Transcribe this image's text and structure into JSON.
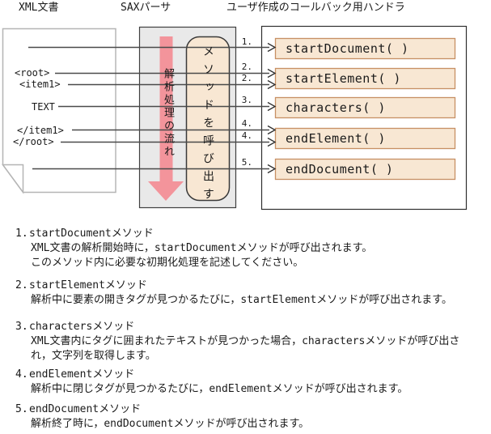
{
  "diagram": {
    "xml_doc_label": "XML文書",
    "sax_parser_label": "SAXパーサ",
    "handler_label": "ユーザ作成のコールバック用ハンドラ",
    "xml_lines": [
      "<root>",
      "<item1>",
      "TEXT",
      "</item1>",
      "</root>"
    ],
    "flow_label": "解析処理の流れ",
    "method_call_label": "メソッドを呼び出す",
    "callbacks": [
      "startDocument( )",
      "startElement( )",
      "characters( )",
      "endElement( )",
      "endDocument( )"
    ],
    "arrow_numbers": [
      "1.",
      "2.",
      "2.",
      "3.",
      "4.",
      "4.",
      "5."
    ]
  },
  "notes": [
    {
      "num": "1.",
      "title": "startDocumentメソッド",
      "lines": [
        "XML文書の解析開始時に，startDocumentメソッドが呼び出されます。",
        "このメソッド内に必要な初期化処理を記述してください。"
      ]
    },
    {
      "num": "2.",
      "title": "startElementメソッド",
      "lines": [
        "解析中に要素の開きタグが見つかるたびに，startElementメソッドが呼び出されます。"
      ]
    },
    {
      "num": "3.",
      "title": "charactersメソッド",
      "lines": [
        "XML文書内にタグに囲まれたテキストが見つかった場合，charactersメソッドが呼び出さ",
        "れ，文字列を取得します。"
      ]
    },
    {
      "num": "4.",
      "title": "endElementメソッド",
      "lines": [
        "解析中に閉じタグが見つかるたびに，endElementメソッドが呼び出されます。"
      ]
    },
    {
      "num": "5.",
      "title": "endDocumentメソッド",
      "lines": [
        "解析終了時に，endDocumentメソッドが呼び出されます。"
      ]
    }
  ],
  "colors": {
    "gray_box": "#e9e9e9",
    "arrow_pink": "#f3949b",
    "peach_fill": "#f8e7d3",
    "peach_border": "#c79064",
    "doc_outline": "#b5b5b5",
    "line_color": "#4a4a4a"
  }
}
